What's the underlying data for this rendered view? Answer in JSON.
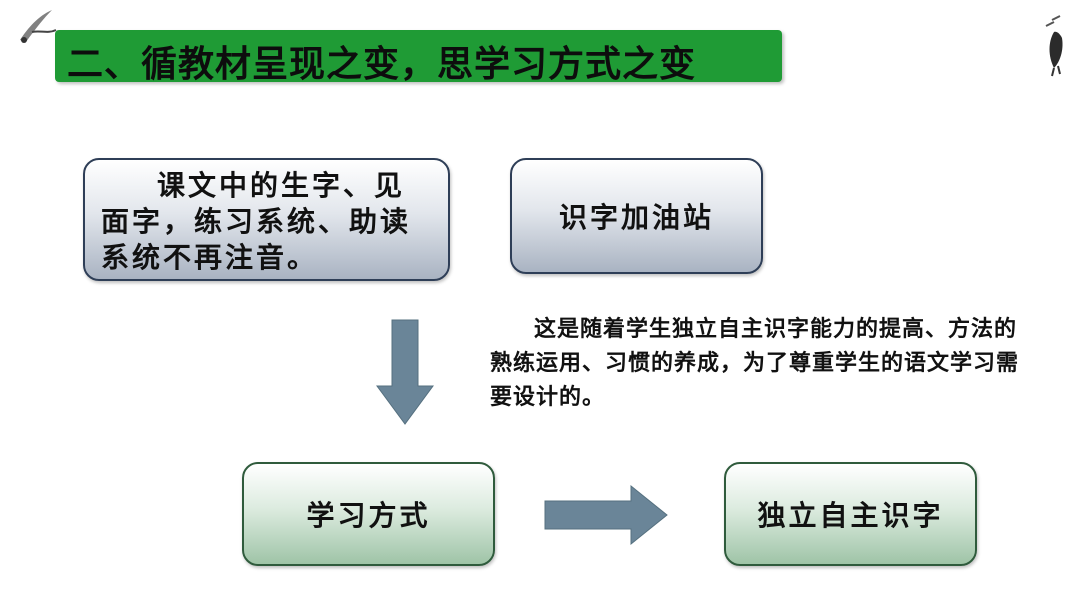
{
  "title": "二、循教材呈现之变，思学习方式之变",
  "box_top_left": "课文中的生字、见面字，练习系统、助读系统不再注音。",
  "box_top_right": "识字加油站",
  "note": "这是随着学生独立自主识字能力的提高、方法的熟练运用、习惯的养成，为了尊重学生的语文学习需要设计的。",
  "box_bottom_left": "学习方式",
  "box_bottom_right": "独立自主识字",
  "colors": {
    "title_bg": "#1f9b35",
    "arrow": "#6a8598",
    "box_border": "#2e3e57"
  },
  "icons": {
    "top_left": "bird-brush-icon",
    "top_right": "ink-figure-icon"
  }
}
